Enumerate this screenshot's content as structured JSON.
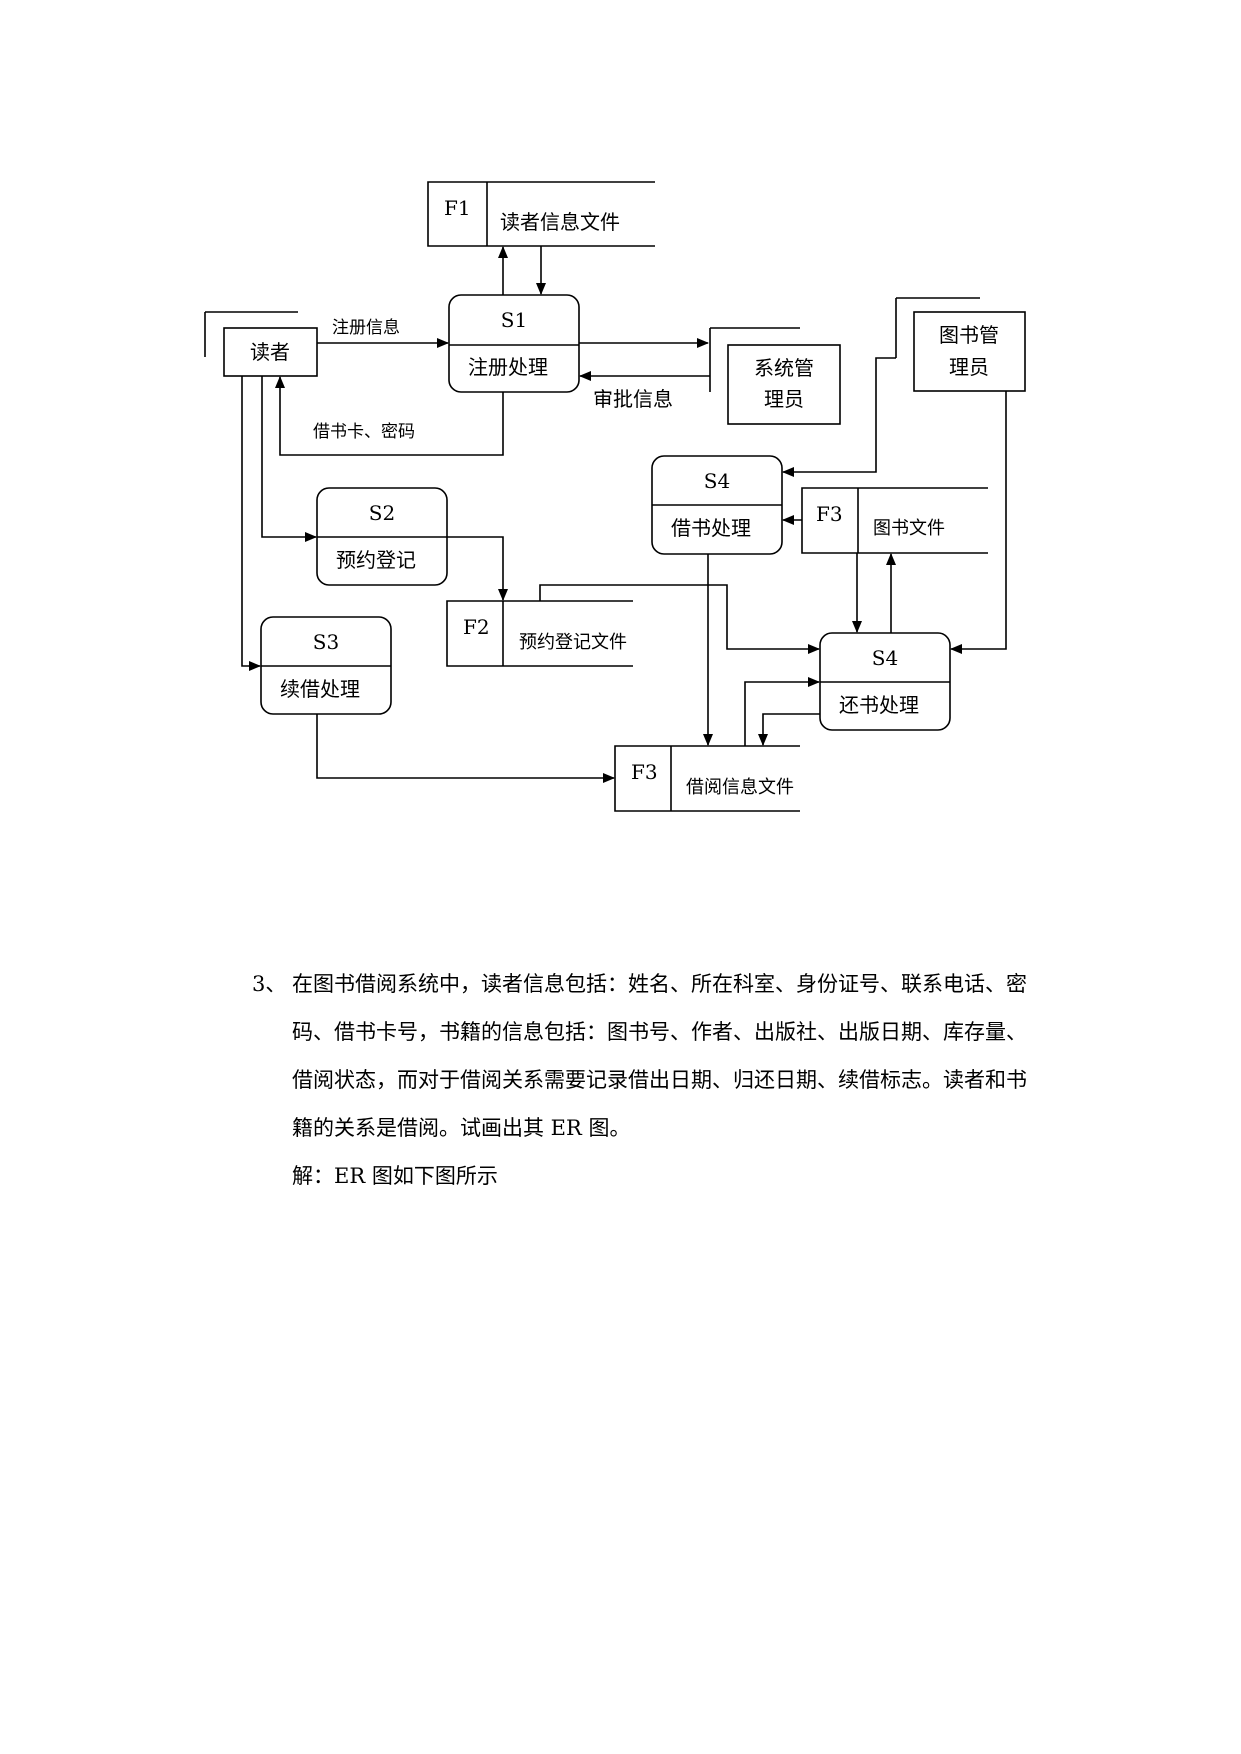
{
  "diagram": {
    "stores": {
      "f1_id": "F1",
      "f1_name": "读者信息文件",
      "f2_id": "F2",
      "f2_name": "预约登记文件",
      "f3_book_id": "F3",
      "f3_book_name": "图书文件",
      "f3_loan_id": "F3",
      "f3_loan_name": "借阅信息文件"
    },
    "processes": {
      "s1_id": "S1",
      "s1_name": "注册处理",
      "s2_id": "S2",
      "s2_name": "预约登记",
      "s3_id": "S3",
      "s3_name": "续借处理",
      "s4_borrow_id": "S4",
      "s4_borrow_name": "借书处理",
      "s4_return_id": "S4",
      "s4_return_name": "还书处理"
    },
    "entities": {
      "reader": "读者",
      "sysadmin_line1": "系统管",
      "sysadmin_line2": "理员",
      "librarian_line1": "图书管",
      "librarian_line2": "理员"
    },
    "flows": {
      "register_info": "注册信息",
      "approval_info": "审批信息",
      "card_password": "借书卡、密码"
    }
  },
  "question": {
    "number": "3、",
    "lines": [
      "在图书借阅系统中，读者信息包括：姓名、所在科室、身份证号、联系电话、密",
      "码、借书卡号，书籍的信息包括：图书号、作者、出版社、出版日期、库存量、",
      "借阅状态，而对于借阅关系需要记录借出日期、归还日期、续借标志。读者和书",
      "籍的关系是借阅。试画出其 ER 图。"
    ],
    "answer": "解：ER 图如下图所示"
  }
}
